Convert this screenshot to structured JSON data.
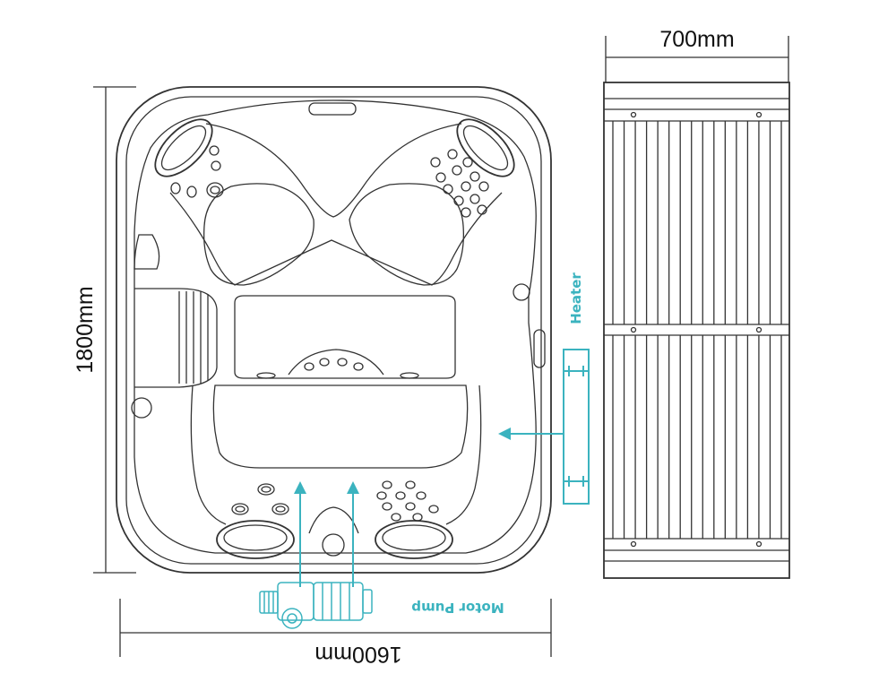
{
  "dimensions": {
    "height": "1800mm",
    "width": "1600mm",
    "depth": "700mm"
  },
  "labels": {
    "heater": "Heater",
    "motor_pump": "Motor Pump"
  },
  "colors": {
    "outline": "#333333",
    "accent": "#3bb3bf",
    "background": "#ffffff"
  }
}
